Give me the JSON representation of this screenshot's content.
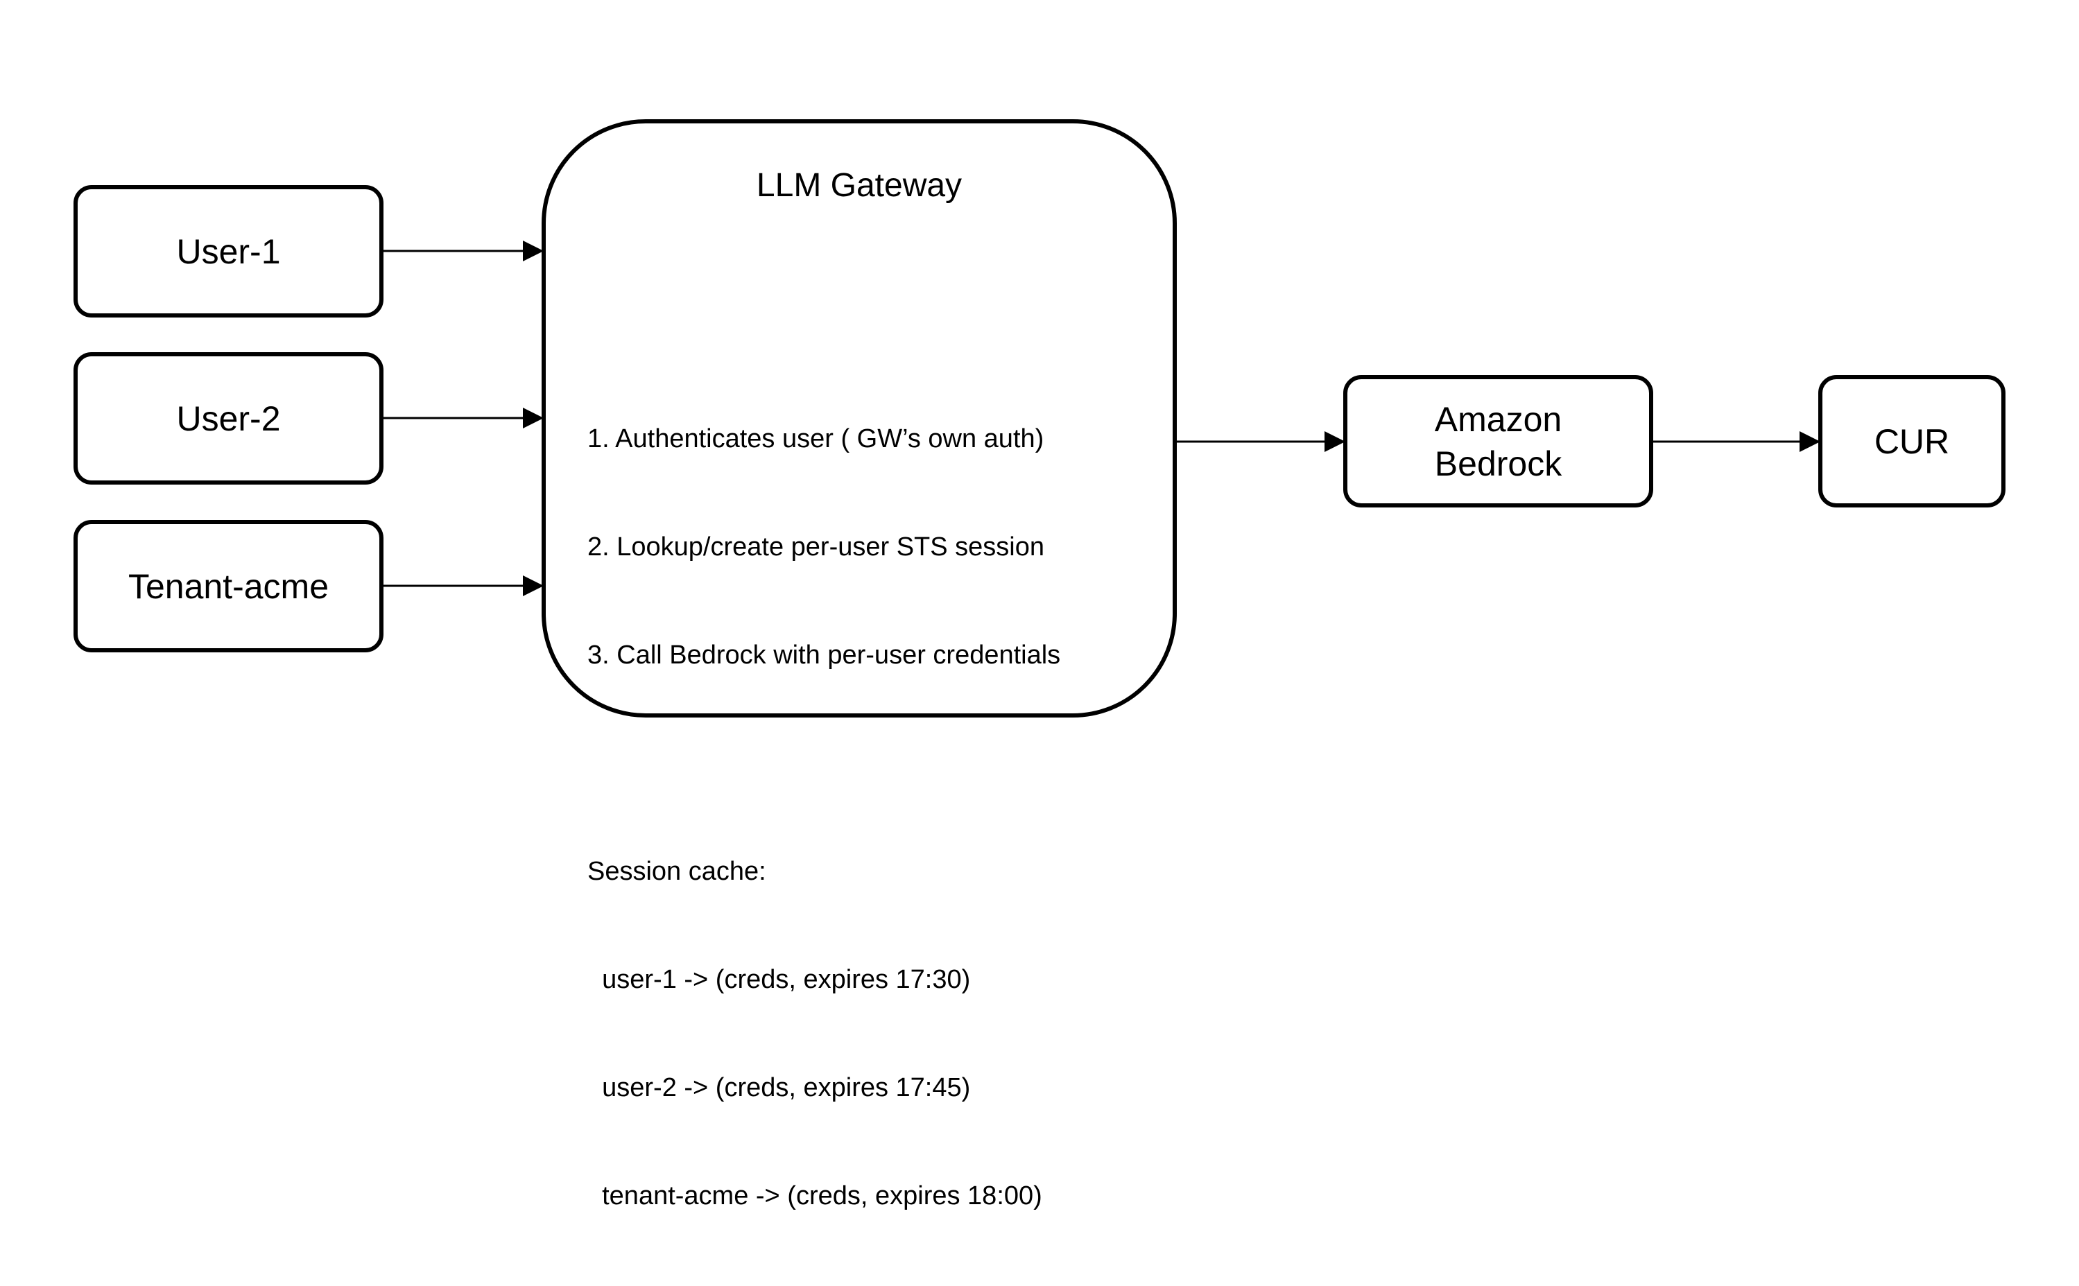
{
  "inputs": [
    {
      "label": "User-1"
    },
    {
      "label": "User-2"
    },
    {
      "label": "Tenant-acme"
    }
  ],
  "gateway": {
    "title": "LLM Gateway",
    "steps": [
      "1. Authenticates user ( GW’s own auth)",
      "2. Lookup/create per-user STS session",
      "3. Call Bedrock with per-user credentials"
    ],
    "cache_heading": "Session cache:",
    "cache_entries": [
      "  user-1 -> (creds, expires 17:30)",
      "  user-2 -> (creds, expires 17:45)",
      "  tenant-acme -> (creds, expires 18:00)"
    ]
  },
  "bedrock": {
    "line1": "Amazon",
    "line2": "Bedrock"
  },
  "cur": {
    "label": "CUR"
  }
}
